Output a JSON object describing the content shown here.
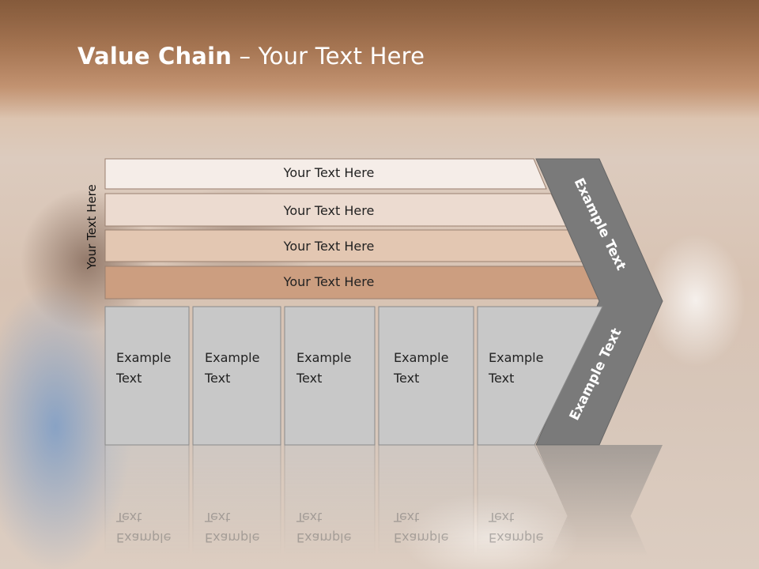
{
  "slide": {
    "title_bold": "Value Chain",
    "title_rest": " – Your Text Here",
    "side_label": "Your Text Here"
  },
  "support_activities": [
    {
      "label": "Your Text Here",
      "color": "#f5ede8"
    },
    {
      "label": "Your Text Here",
      "color": "#ecdbd0"
    },
    {
      "label": "Your Text Here",
      "color": "#e3c7b2"
    },
    {
      "label": "Your Text Here",
      "color": "#cc9e80"
    }
  ],
  "primary_activities": [
    {
      "line1": "Example",
      "line2": "Text"
    },
    {
      "line1": "Example",
      "line2": "Text"
    },
    {
      "line1": "Example",
      "line2": "Text"
    },
    {
      "line1": "Example",
      "line2": "Text"
    },
    {
      "line1": "Example",
      "line2": "Text"
    }
  ],
  "margin": {
    "upper_label": "Example Text",
    "lower_label": "Example Text",
    "color": "#7a7a7a"
  },
  "colors": {
    "cell_fill": "#c8c8c8",
    "cell_stroke": "#8a8a8a",
    "bar_stroke": "#9a8070"
  }
}
